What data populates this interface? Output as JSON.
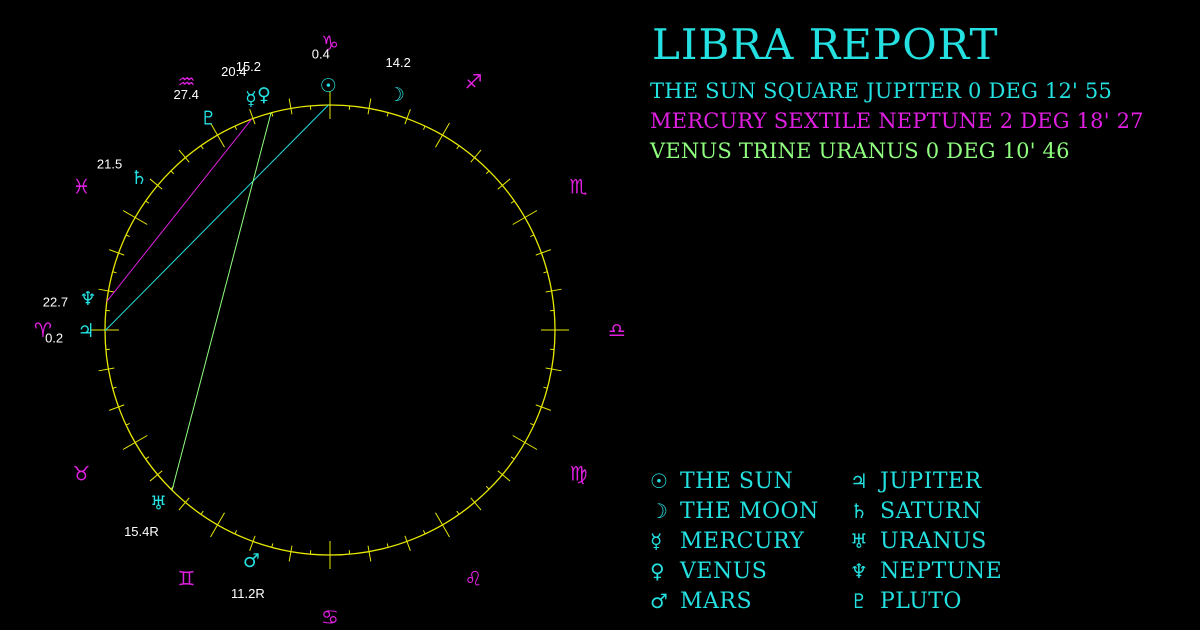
{
  "report": {
    "title": "LIBRA REPORT",
    "aspects": [
      {
        "text": "THE SUN SQUARE JUPITER 0 DEG 12' 55",
        "color": "#24e0e0"
      },
      {
        "text": "MERCURY SEXTILE NEPTUNE 2 DEG 18' 27",
        "color": "#e020e0"
      },
      {
        "text": "VENUS TRINE URANUS 0 DEG 10' 46",
        "color": "#90ff80"
      }
    ]
  },
  "colors": {
    "background": "#000000",
    "wheel": "#e8e800",
    "zodiac": "#e020e0",
    "planet": "#24e0e0",
    "degree_label": "#ffffff"
  },
  "legend": [
    {
      "glyph": "☉",
      "label": "THE SUN",
      "icon": "sun-icon"
    },
    {
      "glyph": "☽",
      "label": "THE MOON",
      "icon": "moon-icon"
    },
    {
      "glyph": "☿",
      "label": "MERCURY",
      "icon": "mercury-icon"
    },
    {
      "glyph": "♀",
      "label": "VENUS",
      "icon": "venus-icon"
    },
    {
      "glyph": "♂",
      "label": "MARS",
      "icon": "mars-icon"
    },
    {
      "glyph": "♃",
      "label": "JUPITER",
      "icon": "jupiter-icon"
    },
    {
      "glyph": "♄",
      "label": "SATURN",
      "icon": "saturn-icon"
    },
    {
      "glyph": "♅",
      "label": "URANUS",
      "icon": "uranus-icon"
    },
    {
      "glyph": "♆",
      "label": "NEPTUNE",
      "icon": "neptune-icon"
    },
    {
      "glyph": "♇",
      "label": "PLUTO",
      "icon": "pluto-icon"
    }
  ],
  "zodiac_signs": [
    {
      "name": "aries",
      "glyph": "♈"
    },
    {
      "name": "taurus",
      "glyph": "♉"
    },
    {
      "name": "gemini",
      "glyph": "♊"
    },
    {
      "name": "cancer",
      "glyph": "♋"
    },
    {
      "name": "leo",
      "glyph": "♌"
    },
    {
      "name": "virgo",
      "glyph": "♍"
    },
    {
      "name": "libra",
      "glyph": "♎"
    },
    {
      "name": "scorpio",
      "glyph": "♏"
    },
    {
      "name": "sagittarius",
      "glyph": "♐"
    },
    {
      "name": "capricorn",
      "glyph": "♑"
    },
    {
      "name": "aquarius",
      "glyph": "♒"
    },
    {
      "name": "pisces",
      "glyph": "♓"
    }
  ],
  "planets": [
    {
      "name": "sun",
      "glyph": "☉",
      "sign": "capricorn",
      "degree": 0.4,
      "label": "0.4"
    },
    {
      "name": "moon",
      "glyph": "☽",
      "sign": "sagittarius",
      "degree": 14.2,
      "label": "14.2"
    },
    {
      "name": "mercury",
      "glyph": "☿",
      "sign": "capricorn",
      "degree": 20.4,
      "label": "20.4"
    },
    {
      "name": "venus",
      "glyph": "♀",
      "sign": "capricorn",
      "degree": 15.2,
      "label": "15.2"
    },
    {
      "name": "mars",
      "glyph": "♂",
      "sign": "gemini",
      "degree": 11.2,
      "label": "11.2R"
    },
    {
      "name": "jupiter",
      "glyph": "♃",
      "sign": "aries",
      "degree": 0.2,
      "label": "0.2"
    },
    {
      "name": "saturn",
      "glyph": "♄",
      "sign": "aquarius",
      "degree": 21.5,
      "label": "21.5"
    },
    {
      "name": "uranus",
      "glyph": "♅",
      "sign": "taurus",
      "degree": 15.4,
      "label": "15.4R"
    },
    {
      "name": "neptune",
      "glyph": "♆",
      "sign": "pisces",
      "degree": 22.7,
      "label": "22.7"
    },
    {
      "name": "pluto",
      "glyph": "♇",
      "sign": "capricorn",
      "degree": 27.4,
      "label": "27.4"
    }
  ],
  "aspect_lines": [
    {
      "from": "sun",
      "to": "jupiter",
      "color": "#24e0e0"
    },
    {
      "from": "mercury",
      "to": "neptune",
      "color": "#e020e0"
    },
    {
      "from": "venus",
      "to": "uranus",
      "color": "#90ff80"
    }
  ]
}
